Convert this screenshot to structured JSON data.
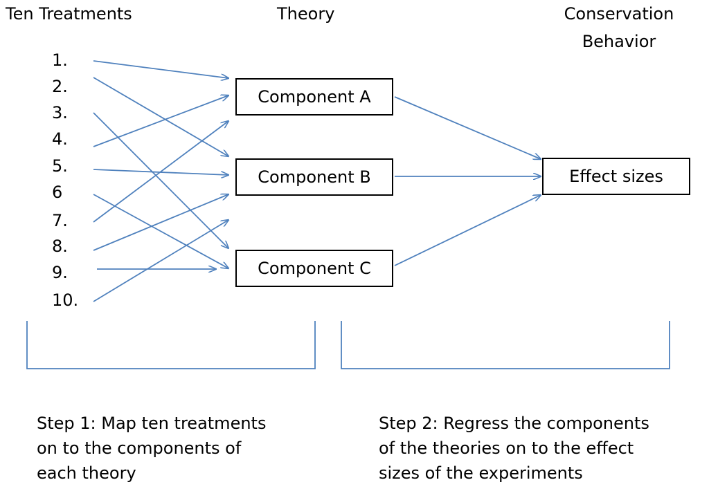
{
  "headers": {
    "treatments": "Ten Treatments",
    "theory": "Theory",
    "behavior_line1": "Conservation",
    "behavior_line2": "Behavior"
  },
  "treatments": [
    "1.",
    "2.",
    "3.",
    "4.",
    "5.",
    "6",
    "7.",
    "8.",
    "9.",
    "10."
  ],
  "components": {
    "a": "Component A",
    "b": "Component B",
    "c": "Component C"
  },
  "outcome": "Effect sizes",
  "step1": {
    "line1": "Step 1: Map ten treatments",
    "line2": "on to the components of",
    "line3": "each theory"
  },
  "step2": {
    "line1": "Step 2: Regress the components",
    "line2": "of the theories on to the effect",
    "line3": "sizes of the experiments"
  },
  "colors": {
    "arrow": "#4f81bd",
    "box_border": "#000000"
  }
}
